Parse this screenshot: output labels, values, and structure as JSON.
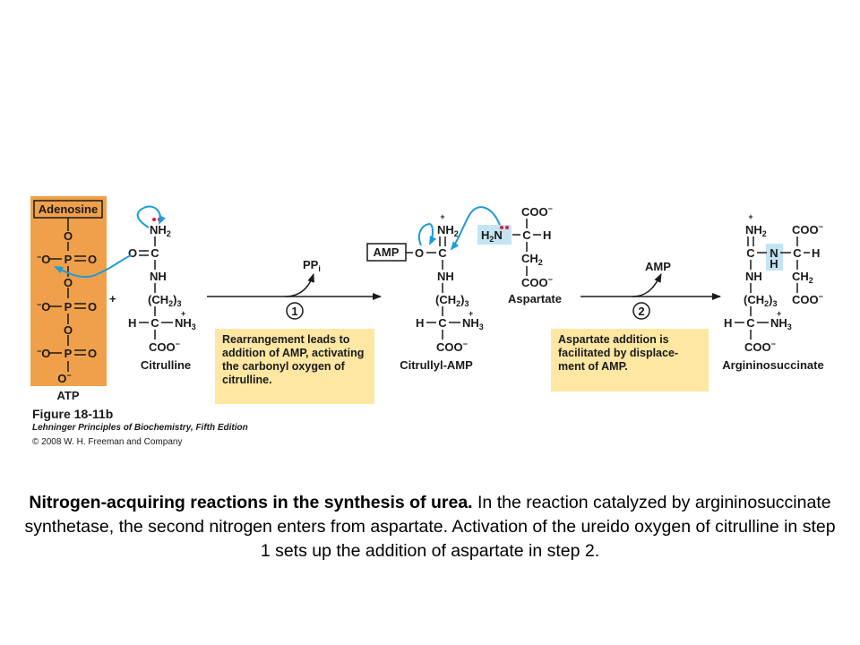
{
  "figure": {
    "labels": {
      "adenosine": "Adenosine",
      "atp": "ATP",
      "citrulline": "Citrulline",
      "citrullyl_amp": "Citrullyl-AMP",
      "aspartate": "Aspartate",
      "argininosuccinate": "Argininosuccinate",
      "amp_box": "AMP",
      "pp_main": "PP",
      "pp_sub": "i",
      "amp_released": "AMP",
      "plus_sign": "+",
      "step1": "1",
      "step2": "2"
    },
    "step1_note": "Rearrangement leads to addition of AMP, activating the carbonyl oxygen of citrulline.",
    "step2_note": "Aspartate addition is facilitated by displace-ment of AMP.",
    "figure_number": "Figure 18-11b",
    "book_title": "Lehninger Principles of Biochemistry, Fifth Edition",
    "copyright": "© 2008 W. H. Freeman and Company",
    "colors": {
      "atp_panel": "#f0a04b",
      "note_box": "#fde7a3",
      "highlight": "#c4e4f4",
      "arrow_blue": "#1f9bd7",
      "electron_dots": "#d21e3c"
    }
  },
  "caption": {
    "bold": "Nitrogen-acquiring reactions in the synthesis of urea.",
    "text": " In the reaction catalyzed by argininosuccinate synthetase, the second nitrogen enters from aspartate. Activation of the ureido oxygen of citrulline in step 1 sets up the addition of aspartate in step 2."
  }
}
